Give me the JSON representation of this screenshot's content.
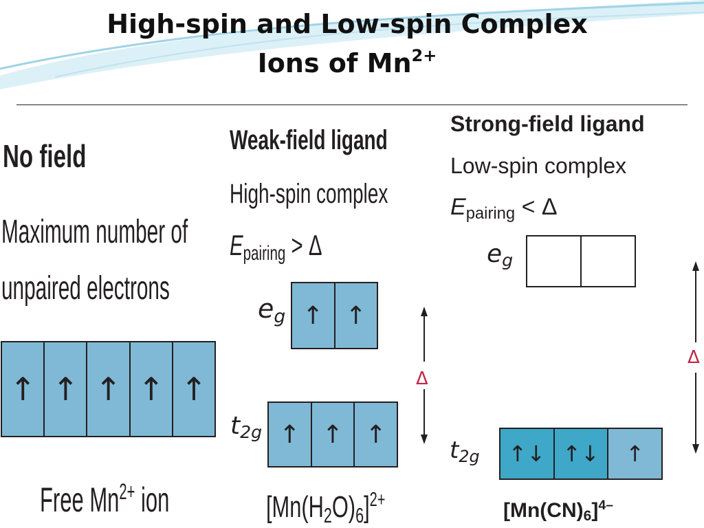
{
  "title": {
    "line1": "High-spin and Low-spin Complex",
    "line2": "Ions of Mn",
    "line2_sup": "2+"
  },
  "no_field": {
    "heading": "No field",
    "desc_line1": "Maximum number of",
    "desc_line2": "unpaired electrons",
    "orbitals": [
      "↑",
      "↑",
      "↑",
      "↑",
      "↑"
    ],
    "label_main": "Free Mn",
    "label_sup": "2+",
    "label_end": " ion"
  },
  "weak_field": {
    "heading": "Weak-field ligand",
    "subheading": "High-spin complex",
    "condition_E": "E",
    "condition_sub": "pairing",
    "condition_rel": " > Δ",
    "eg_label": "e",
    "eg_sub": "g",
    "eg_orbitals": [
      "↑",
      "↑"
    ],
    "t2g_label": "t",
    "t2g_sub": "2g",
    "t2g_orbitals": [
      "↑",
      "↑",
      "↑"
    ],
    "delta": "Δ",
    "formula": {
      "a": "[Mn(H",
      "b": "2",
      "c": "O)",
      "d": "6",
      "e": "]",
      "charge": "2+"
    }
  },
  "strong_field": {
    "heading": "Strong-field ligand",
    "subheading": "Low-spin complex",
    "condition_E": "E",
    "condition_sub": "pairing",
    "condition_rel": " < Δ",
    "eg_label": "e",
    "eg_sub": "g",
    "eg_orbitals": [
      "",
      ""
    ],
    "t2g_label": "t",
    "t2g_sub": "2g",
    "t2g_orbitals": [
      "↑↓",
      "↑↓",
      "↑"
    ],
    "delta": "Δ",
    "formula": {
      "a": "[Mn(CN)",
      "b": "6",
      "c": "]",
      "charge": "4–"
    }
  },
  "colors": {
    "orbital_fill": "#7fb9d6",
    "orbital_fill_paired": "#3fa8c9",
    "delta": "#c0284a"
  }
}
